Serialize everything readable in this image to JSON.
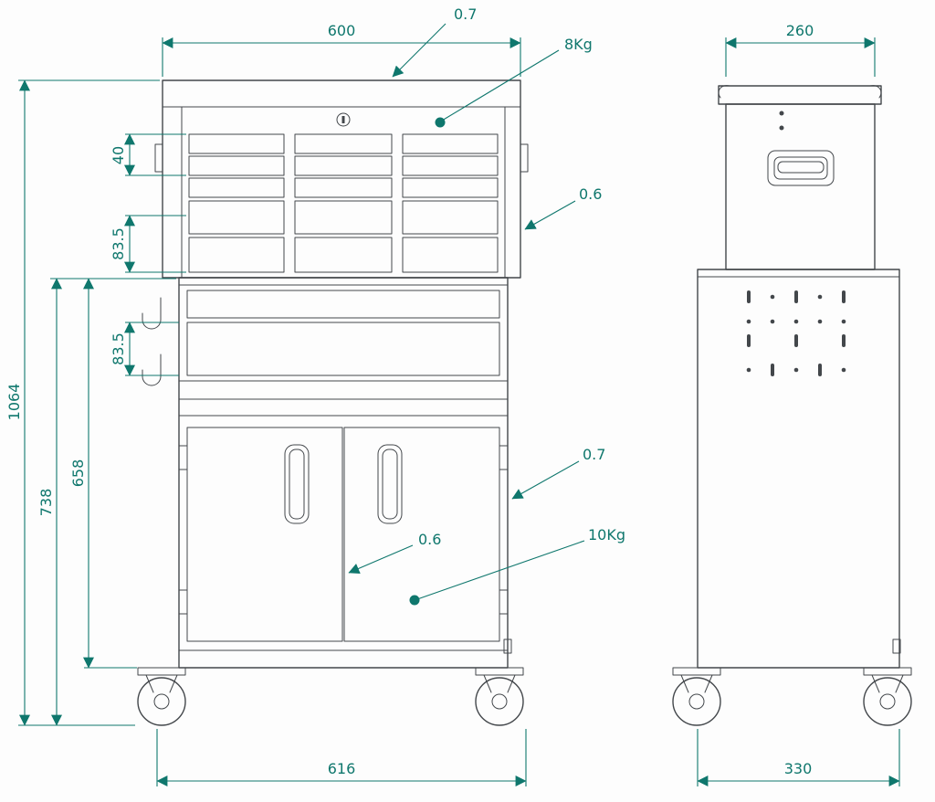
{
  "colors": {
    "line": "#43474b",
    "dim": "#0f776d",
    "bg": "#fdfdfd"
  },
  "dims": {
    "top_width": "600",
    "top_lid_thickness": "0.7",
    "top_load_capacity": "8Kg",
    "side_top_depth": "260",
    "small_drawer_height": "40",
    "chest_drawer_height": "83.5",
    "cabinet_drawer_height": "83.5",
    "overall_height": "1064",
    "cabinet_total_height": "738",
    "cabinet_body_height": "658",
    "chest_wall_thickness": "0.6",
    "cabinet_wall_thickness": "0.7",
    "door_thickness": "0.6",
    "cabinet_load_capacity": "10Kg",
    "base_width": "616",
    "side_base_depth": "330"
  }
}
